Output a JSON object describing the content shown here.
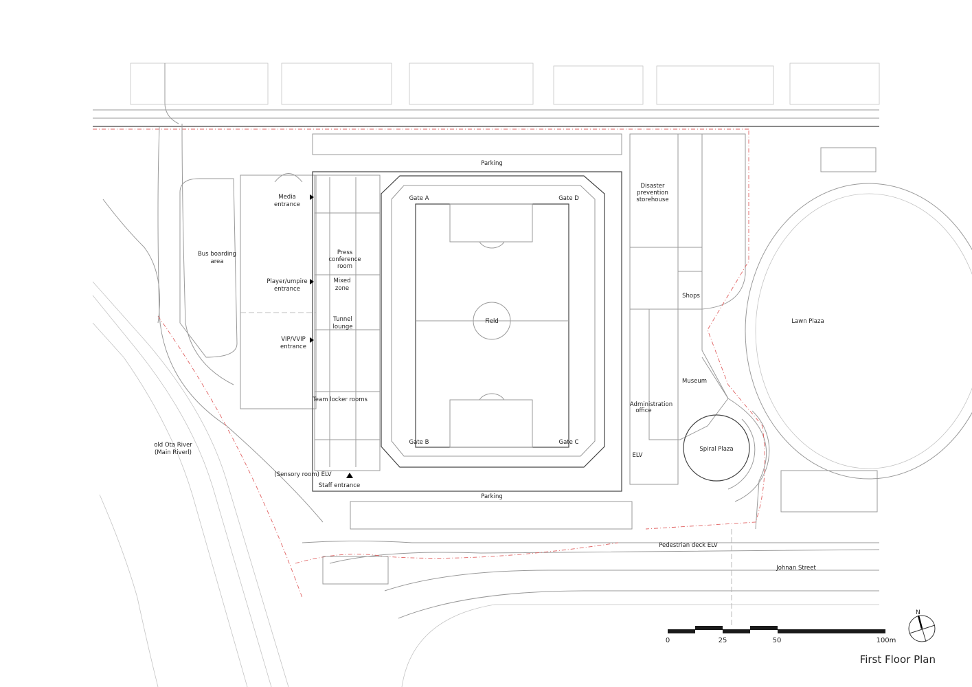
{
  "title": "First Floor Plan",
  "labels": {
    "parking_top": "Parking",
    "parking_bottom": "Parking",
    "gate_a": "Gate A",
    "gate_b": "Gate B",
    "gate_c": "Gate C",
    "gate_d": "Gate D",
    "field": "Field",
    "media_entrance": [
      "Media",
      "entrance"
    ],
    "bus_boarding_area": [
      "Bus boarding",
      "area"
    ],
    "press_conference_room": [
      "Press",
      "conference",
      "room"
    ],
    "player_umpire_entrance": [
      "Player/umpire",
      "entrance"
    ],
    "mixed_zone": [
      "Mixed",
      "zone"
    ],
    "tunnel_lounge": [
      "Tunnel",
      "lounge"
    ],
    "vip_entrance": [
      "VIP/VVIP",
      "entrance"
    ],
    "team_locker_rooms": "Team locker rooms",
    "sensory_room_elv": "(Sensory room) ELV",
    "staff_entrance": "Staff entrance",
    "disaster_storehouse": [
      "Disaster",
      "prevention",
      "storehouse"
    ],
    "shops": "Shops",
    "museum": "Museum",
    "administration_office": [
      "Administration",
      "office"
    ],
    "elv": "ELV",
    "spiral_plaza": "Spiral Plaza",
    "lawn_plaza": "Lawn Plaza",
    "pedestrian_deck_elv": "Pedestrian deck ELV",
    "johnan_street": "Johnan Street",
    "river": [
      "old Ota River",
      "(Main Riverl)"
    ]
  },
  "scale_bar": {
    "ticks": [
      "0",
      "25",
      "50",
      "100m"
    ]
  },
  "north_arrow": "N"
}
